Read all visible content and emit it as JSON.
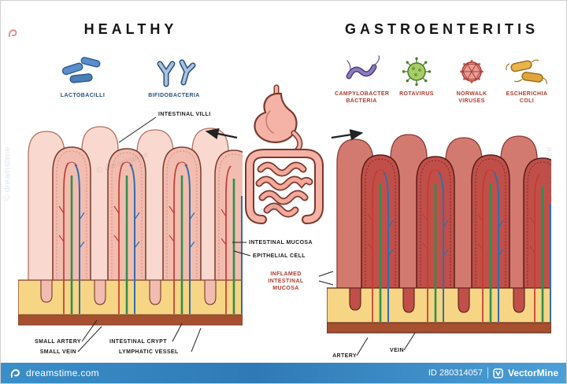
{
  "titles": {
    "left": "HEALTHY",
    "right": "GASTROENTERITIS"
  },
  "healthy_microbes": [
    {
      "label": "LACTOBACILLI"
    },
    {
      "label": "BIFIDOBACTERIA"
    }
  ],
  "pathogens": [
    {
      "label": "CAMPYLOBACTER BACTERIA"
    },
    {
      "label": "ROTAVIRUS"
    },
    {
      "label": "NORWALK VIRUSES"
    },
    {
      "label": "ESCHERICHIA COLI"
    }
  ],
  "annotations": {
    "intestinal_villi": "INTESTINAL VILLI",
    "intestinal_mucosa": "INTESTINAL MUCOSA",
    "epithelial_cell": "EPITHELIAL CELL",
    "inflamed_intestinal_mucosa": "INFLAMED INTESTINAL MUCOSA",
    "small_artery": "SMALL ARTERY",
    "small_vein": "SMALL VEIN",
    "intestinal_crypt": "INTESTINAL CRYPT",
    "lymphatic_vessel": "LYMPHATIC VESSEL",
    "artery": "ARTERY",
    "vein": "VEIN"
  },
  "watermark": {
    "text": "© dreamstime"
  },
  "footer": {
    "brand": "dreamstime.com",
    "image_id": "ID 280314057",
    "credit": "VectorMine"
  },
  "colors": {
    "healthy_label": "#24527a",
    "pathogen_label": "#b03a2e",
    "healthy_villi": "#f2bdb0",
    "inflamed_villi": "#c14f49",
    "footer_bar": "#3585c2"
  }
}
